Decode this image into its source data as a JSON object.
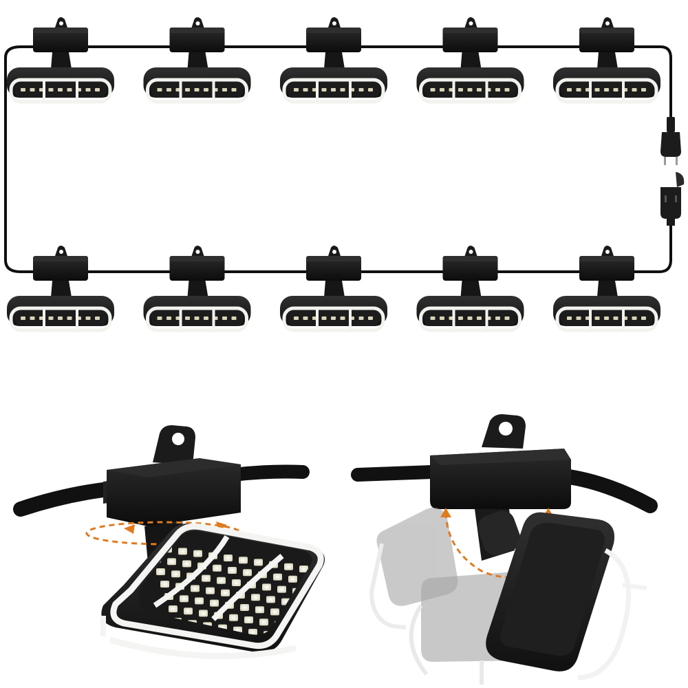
{
  "image": {
    "subject": "string-light-product",
    "background_color": "#ffffff"
  },
  "string_light": {
    "light_count": 10,
    "lights_per_row": 5,
    "rows": 2,
    "cable_color": "#0f0f0f",
    "housing_color": "#1a1a1a",
    "lens_color": "#f2f2ee",
    "led_color": "#d8d4b8",
    "end_connectors": [
      "plug-icon",
      "socket-icon"
    ]
  },
  "detail_views": [
    {
      "view": "swivel-rotation",
      "arrow_icon": "rotation-arrow-icon"
    },
    {
      "view": "tilt-rotation",
      "arrow_icon": "rotation-arrow-icon"
    }
  ],
  "colors": {
    "arrow": "#e07a1f",
    "ghost_light": "#b9b9b9",
    "led_glow": "#f4f1e2"
  }
}
